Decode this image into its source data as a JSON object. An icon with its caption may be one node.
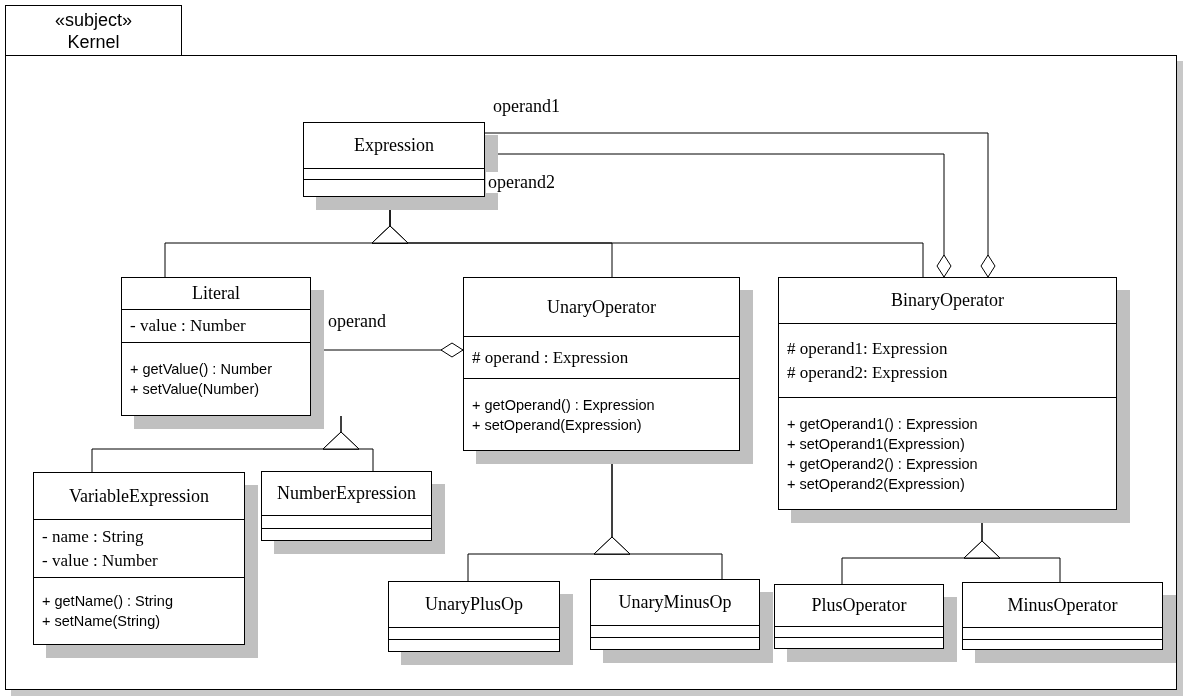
{
  "diagram": {
    "nodes": [
      {
        "text": [
          "«subject»",
          "Kernel"
        ]
      },
      {
        "text": [
          "Expression"
        ],
        "in": 0
      },
      {
        "text": [
          "Literal",
          "- value : Number",
          "+ getValue() : Number",
          "+ setValue(Number)"
        ],
        "in": 0
      },
      {
        "text": [
          "UnaryOperator",
          "# operand : Expression",
          "+ getOperand() : Expression",
          "+ setOperand(Expression)"
        ],
        "in": 0
      },
      {
        "text": [
          "BinaryOperator",
          "# operand1: Expression",
          "# operand2: Expression",
          "+ getOperand1() : Expression",
          "+ setOperand1(Expression)",
          "+ getOperand2() : Expression",
          "+ setOperand2(Expression)"
        ],
        "in": 0
      },
      {
        "text": [
          "VariableExpression",
          "- name : String",
          "- value : Number",
          "+ getName() : String",
          "+ setName(String)"
        ],
        "in": 0
      },
      {
        "text": [
          "NumberExpression"
        ],
        "in": 0
      },
      {
        "text": [
          "UnaryPlusOp"
        ],
        "in": 0
      },
      {
        "text": [
          "UnaryMinusOp"
        ],
        "in": 0
      },
      {
        "text": [
          "PlusOperator"
        ],
        "in": 0
      },
      {
        "text": [
          "MinusOperator"
        ],
        "in": 0
      }
    ],
    "edges": [
      {
        "from": 2,
        "to": 1,
        "arrow": "to"
      },
      {
        "from": 3,
        "to": 1,
        "arrow": "to"
      },
      {
        "from": 4,
        "to": 1,
        "arrow": "to"
      },
      {
        "from": 5,
        "to": 2,
        "arrow": "to"
      },
      {
        "from": 6,
        "to": 2,
        "arrow": "to"
      },
      {
        "from": 7,
        "to": 3,
        "arrow": "to"
      },
      {
        "from": 8,
        "to": 3,
        "arrow": "to"
      },
      {
        "from": 9,
        "to": 4,
        "arrow": "to"
      },
      {
        "from": 10,
        "to": 4,
        "arrow": "to"
      },
      {
        "from": 4,
        "to": 1,
        "arrow": "other",
        "label": "operand1"
      },
      {
        "from": 4,
        "to": 1,
        "arrow": "other",
        "label": "operand2"
      },
      {
        "from": 3,
        "to": 2,
        "arrow": "other",
        "label": "operand"
      }
    ]
  }
}
